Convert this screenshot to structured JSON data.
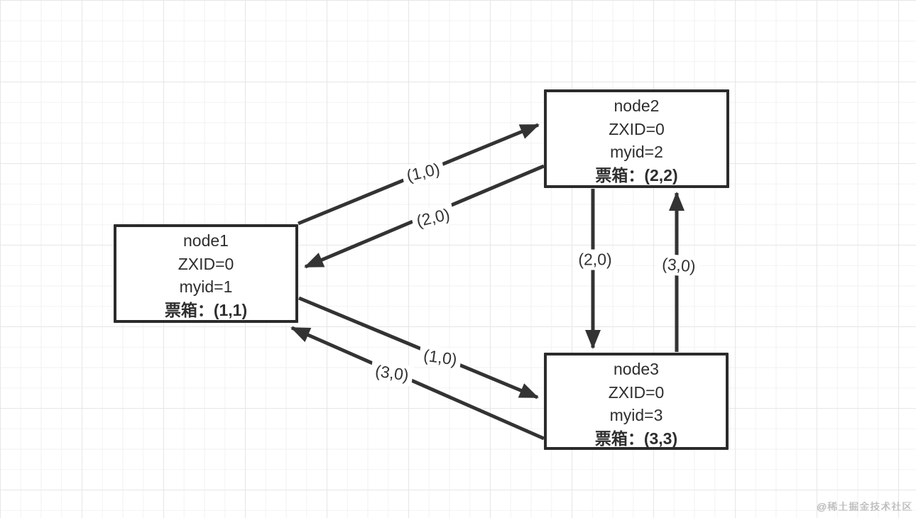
{
  "diagram": {
    "type": "node-link-diagram",
    "topic": "zookeeper-leader-election-vote-exchange"
  },
  "nodes": [
    {
      "title": "node1",
      "zxid": "ZXID=0",
      "myid": "myid=1",
      "ballot": "票箱：(1,1)"
    },
    {
      "title": "node2",
      "zxid": "ZXID=0",
      "myid": "myid=2",
      "ballot": "票箱：(2,2)"
    },
    {
      "title": "node3",
      "zxid": "ZXID=0",
      "myid": "myid=3",
      "ballot": "票箱：(3,3)"
    }
  ],
  "edges": [
    {
      "label": "(1,0)",
      "from": "node1",
      "to": "node2"
    },
    {
      "label": "(2,0)",
      "from": "node2",
      "to": "node1"
    },
    {
      "label": "(2,0)",
      "from": "node2",
      "to": "node3"
    },
    {
      "label": "(3,0)",
      "from": "node3",
      "to": "node2"
    },
    {
      "label": "(1,0)",
      "from": "node1",
      "to": "node3"
    },
    {
      "label": "(3,0)",
      "from": "node3",
      "to": "node1"
    }
  ],
  "watermark": "@稀土掘金技术社区",
  "colors": {
    "arrow_stroke": "#333333",
    "node_border": "#2b2b2b",
    "node_text": "#2e2e2e",
    "grid_minor": "#f2f2f2",
    "grid_major": "#e6e6e6",
    "watermark": "#b9b9b9"
  }
}
